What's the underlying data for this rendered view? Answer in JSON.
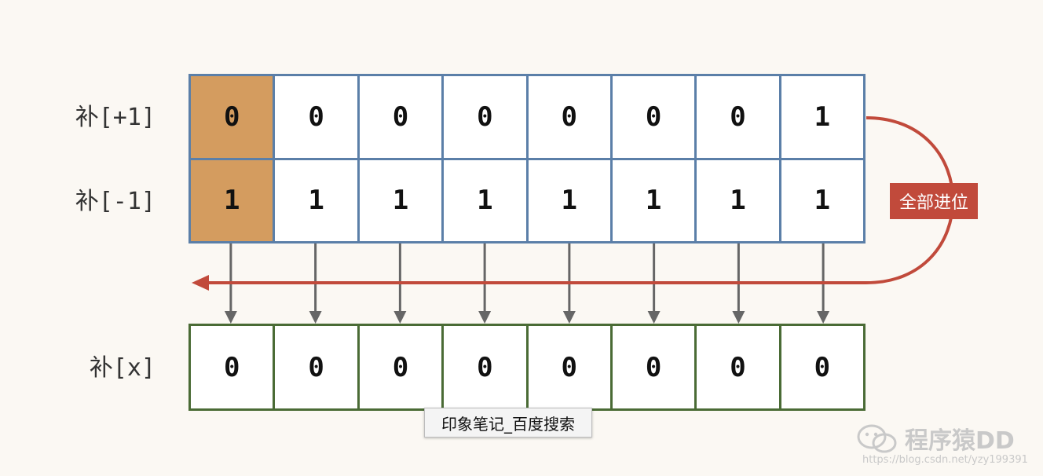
{
  "labels": {
    "plus_one": "补[+1]",
    "minus_one": "补[-1]",
    "result": "补[x]"
  },
  "rows": {
    "plus_one": [
      "0",
      "0",
      "0",
      "0",
      "0",
      "0",
      "0",
      "1"
    ],
    "minus_one": [
      "1",
      "1",
      "1",
      "1",
      "1",
      "1",
      "1",
      "1"
    ],
    "result": [
      "0",
      "0",
      "0",
      "0",
      "0",
      "0",
      "0",
      "0"
    ]
  },
  "carry_label": "全部进位",
  "tooltip": "印象笔记_百度搜索",
  "watermark": {
    "name": "程序猿DD",
    "url": "https://blog.csdn.net/yzy199391"
  },
  "colors": {
    "sign_bit": "#d49c5f",
    "operand_border": "#5b7fa8",
    "result_border": "#4a6b35",
    "carry": "#c14a3b",
    "down_arrow": "#666666"
  }
}
